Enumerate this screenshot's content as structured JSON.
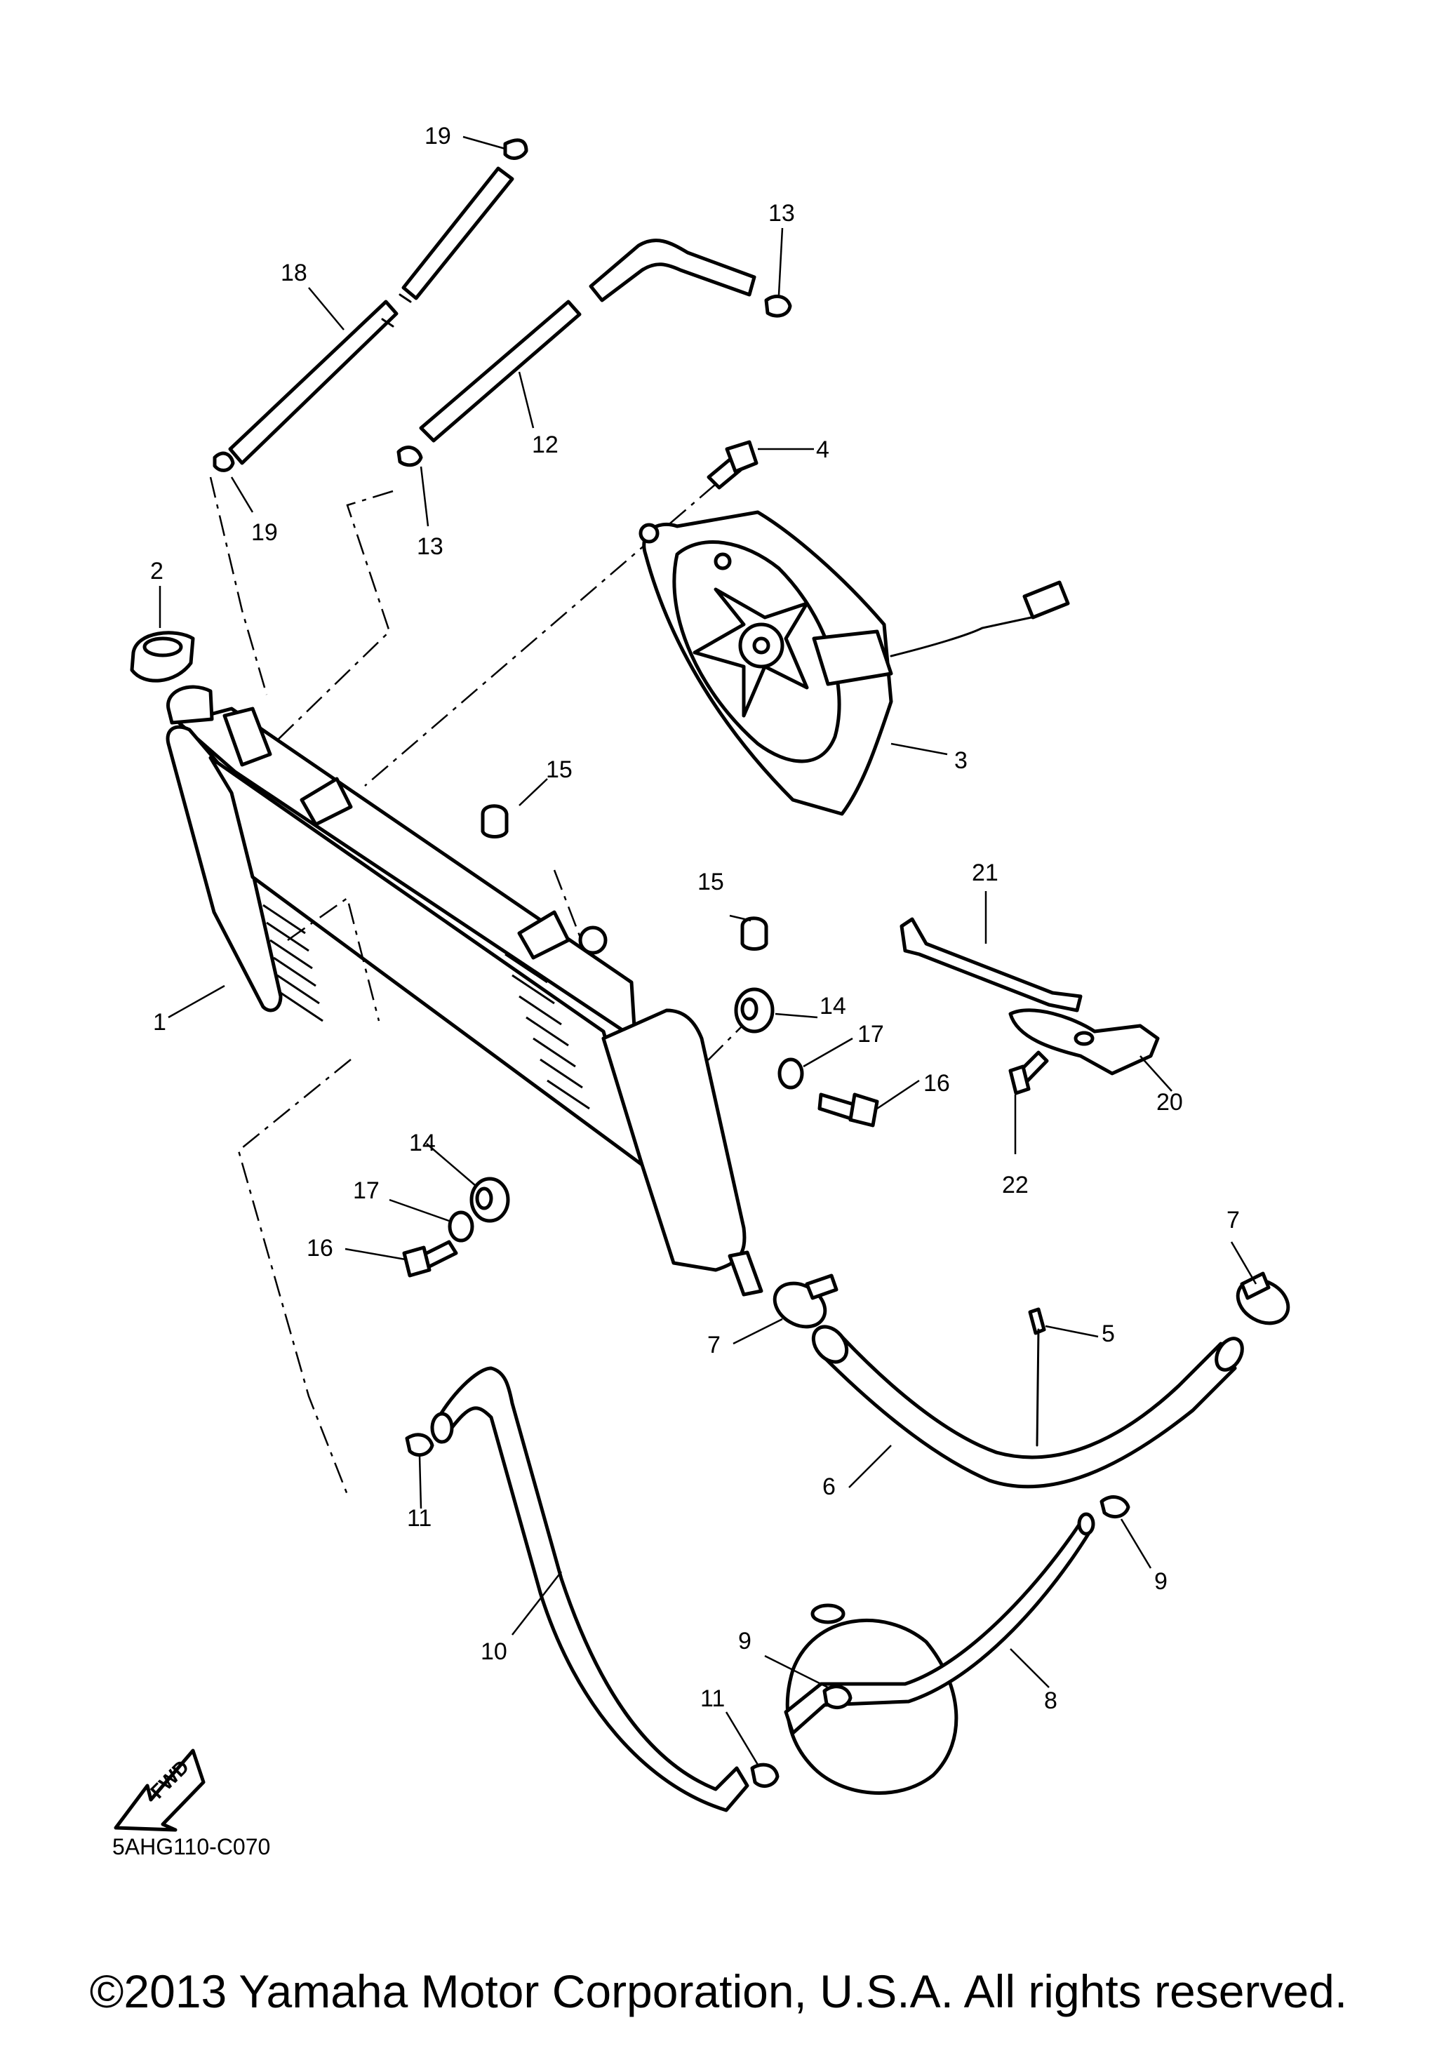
{
  "diagram": {
    "callouts": [
      "19",
      "18",
      "13",
      "12",
      "4",
      "2",
      "19",
      "13",
      "3",
      "15",
      "15",
      "21",
      "1",
      "14",
      "17",
      "16",
      "20",
      "22",
      "14",
      "17",
      "16",
      "7",
      "5",
      "7",
      "6",
      "11",
      "9",
      "10",
      "8",
      "9",
      "11"
    ],
    "fwd_label": "FWD",
    "ref_code": "5AHG110-C070"
  },
  "footer": {
    "copyright": "©2013 Yamaha Motor Corporation, U.S.A. All rights reserved."
  }
}
